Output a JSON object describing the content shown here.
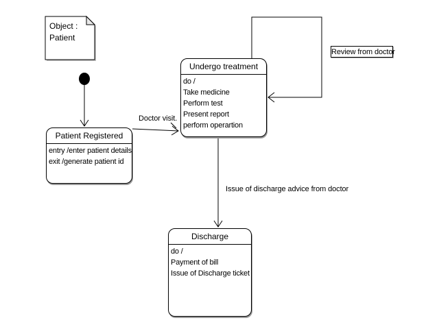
{
  "diagram": {
    "note": {
      "lines": [
        "Object :",
        "Patient"
      ]
    },
    "states": {
      "patient_registered": {
        "title": "Patient Registered",
        "lines": [
          "entry /enter patient details",
          "exit /generate patient id"
        ]
      },
      "undergo_treatment": {
        "title": "Undergo treatment",
        "lines": [
          "do /",
          "Take medicine",
          "Perform test",
          "Present report",
          "perform operartion"
        ]
      },
      "discharge": {
        "title": "Discharge",
        "lines": [
          "do /",
          "Payment of bill",
          "Issue of Discharge ticket"
        ]
      }
    },
    "transitions": {
      "doctor_visit": {
        "label": "Doctor visit."
      },
      "review": {
        "label": "Review from doctor"
      },
      "discharge_advice": {
        "label": "Issue of discharge advice from doctor"
      }
    }
  },
  "colors": {
    "line": "#000000",
    "background": "#ffffff",
    "shadow": "#9a9a9a"
  }
}
